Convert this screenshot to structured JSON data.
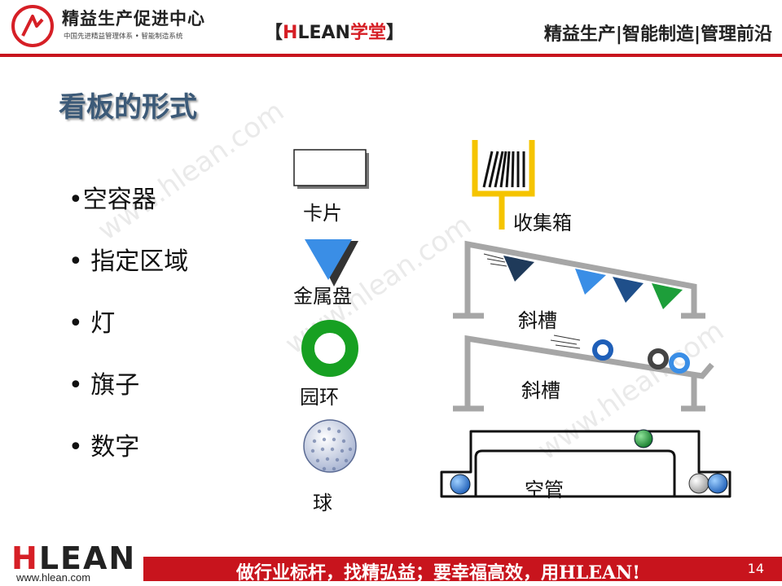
{
  "header": {
    "org_title": "精益生产促进中心",
    "org_subtitle": "中国先进精益管理体系 • 智能制造系统",
    "brand_bracket_open": "【",
    "brand_h": "H",
    "brand_lean": "LEAN",
    "brand_school": "学堂",
    "brand_bracket_close": "】",
    "tagline": "精益生产|智能制造|管理前沿"
  },
  "slide": {
    "title": "看板的形式",
    "bullets": [
      "•空容器",
      "• 指定区域",
      "• 灯",
      "• 旗子",
      "• 数字"
    ],
    "shape_labels": {
      "card": "卡片",
      "metal_tray": "金属盘",
      "ring": "园环",
      "ball": "球"
    },
    "device_labels": {
      "collection_box": "收集箱",
      "chute_1": "斜槽",
      "chute_2": "斜槽",
      "empty_pipe": "空管"
    }
  },
  "watermark": "www.hlean.com",
  "footer": {
    "brand_h": "H",
    "brand_rest": "LEAN",
    "url": "www.hlean.com",
    "slogan": "做行业标杆，找精弘益；要幸福高效，用HLEAN!",
    "page_number": "14"
  },
  "colors": {
    "accent_red": "#c8141d",
    "title_blue": "#3c5a78",
    "flag_blue": "#3a8ee6",
    "flag_navy": "#1f4f8a",
    "flag_green": "#1d9e3a",
    "ring_green": "#17a022",
    "box_yellow": "#f5c400",
    "frame_gray": "#a6a6a6"
  }
}
